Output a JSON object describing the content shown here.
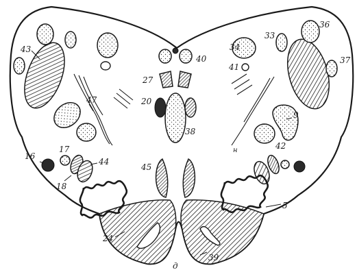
{
  "figure": {
    "caption": "д",
    "labels": {
      "l43": "43",
      "l36": "36",
      "l37": "37",
      "l33": "33",
      "l34": "34",
      "l40": "40",
      "l41": "41",
      "l27": "27",
      "l20": "20",
      "l38": "38",
      "l47": "47",
      "l9": "9",
      "l42": "42",
      "l16": "16",
      "l17": "17",
      "l18": "18",
      "l44": "44",
      "l45": "45",
      "l5": "5",
      "l24": "24",
      "l39": "39",
      "l_n": "н"
    }
  }
}
